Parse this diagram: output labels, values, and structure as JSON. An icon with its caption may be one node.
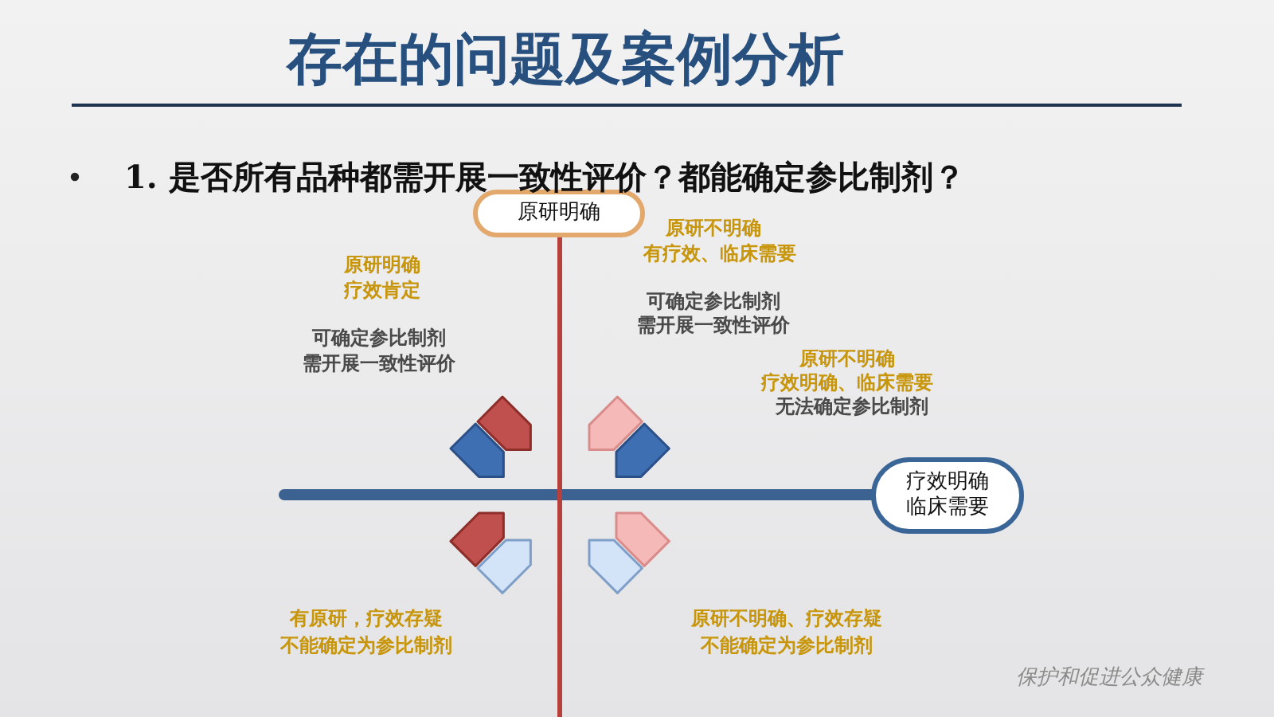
{
  "diagram": {
    "title": "存在的问题及案例分析",
    "nodes": [
      {
        "text": [
          "原研明确"
        ]
      },
      {
        "text": [
          "疗效明确",
          "临床需要"
        ]
      }
    ],
    "labels": [
      "1. 是否所有品种都需开展一致性评价？都能确定参比制剂？",
      "原研明确",
      "疗效肯定",
      "可确定参比制剂",
      "需开展一致性评价",
      "原研不明确",
      "有疗效、临床需要",
      "可确定参比制剂",
      "需开展一致性评价",
      "原研不明确",
      "疗效明确、临床需要",
      "无法确定参比制剂",
      "有原研，疗效存疑",
      "不能确定为参比制剂",
      "原研不明确、疗效存疑",
      "不能确定为参比制剂",
      "保护和促进公众健康"
    ]
  }
}
